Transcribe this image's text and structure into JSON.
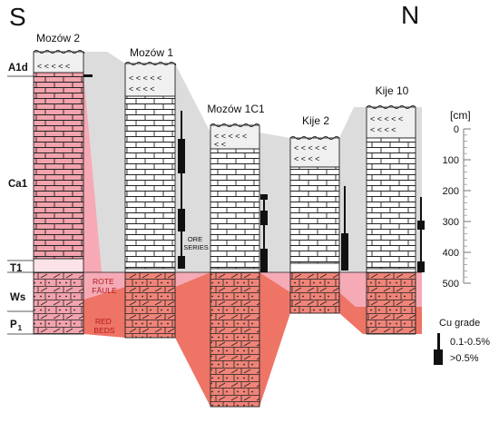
{
  "directions": {
    "south": "S",
    "north": "N"
  },
  "columns": [
    {
      "name": "Mozów 2"
    },
    {
      "name": "Mozów 1"
    },
    {
      "name": "Mozów 1C1"
    },
    {
      "name": "Kije 2"
    },
    {
      "name": "Kije 10"
    }
  ],
  "units": [
    {
      "code": "A1d"
    },
    {
      "code": "Ca1"
    },
    {
      "code": "T1"
    },
    {
      "code": "Ws"
    },
    {
      "code": "P"
    }
  ],
  "unit_subscript": "1",
  "zones": {
    "rote_faule": [
      "ROTE",
      "FÄULE"
    ],
    "red_beds": [
      "RED",
      "BEDS"
    ],
    "ore_series": [
      "ORE",
      "SERIES"
    ]
  },
  "scale": {
    "unit_label": "[cm]",
    "ticks": [
      "0",
      "100",
      "200",
      "300",
      "400",
      "500"
    ]
  },
  "legend": {
    "title": "Cu grade",
    "items": [
      {
        "label": "0.1-0.5%",
        "symbol": "thin-bar"
      },
      {
        "label": ">0.5%",
        "symbol": "thick-bar"
      }
    ]
  },
  "colors": {
    "pink": "#f7a9b5",
    "red": "#ee7466",
    "gray": "#dcdcdc",
    "ink": "#111111"
  }
}
